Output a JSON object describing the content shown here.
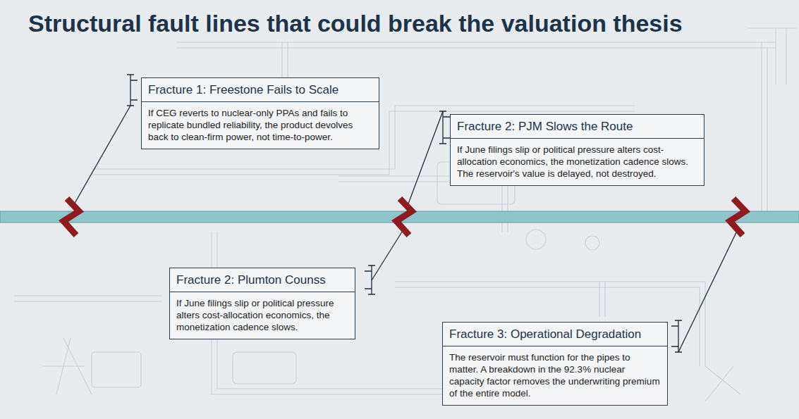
{
  "diagram": {
    "title": "Structural fault lines that could break the valuation thesis",
    "nodes": [
      {
        "text": [
          "Fracture 1: Freestone Fails to Scale",
          "If CEG reverts to nuclear-only PPAs and fails to replicate bundled reliability, the product devolves back to clean-firm power, not time-to-power."
        ]
      },
      {
        "text": [
          "Fracture 2: PJM Slows the Route",
          "If June filings slip or political pressure alters cost-allocation economics, the monetization cadence slows. The reservoir's value is delayed, not destroyed."
        ]
      },
      {
        "text": [
          "Fracture 2: Plumton Counss",
          "If June filings slip or political pressure alters cost-allocation economics, the monetization cadence slows."
        ]
      },
      {
        "text": [
          "Fracture 3: Operational Degradation",
          "The reservoir must function for the pipes to matter. A breakdown in the 92.3% nuclear capacity factor removes the underwriting premium of the entire model."
        ]
      }
    ]
  }
}
